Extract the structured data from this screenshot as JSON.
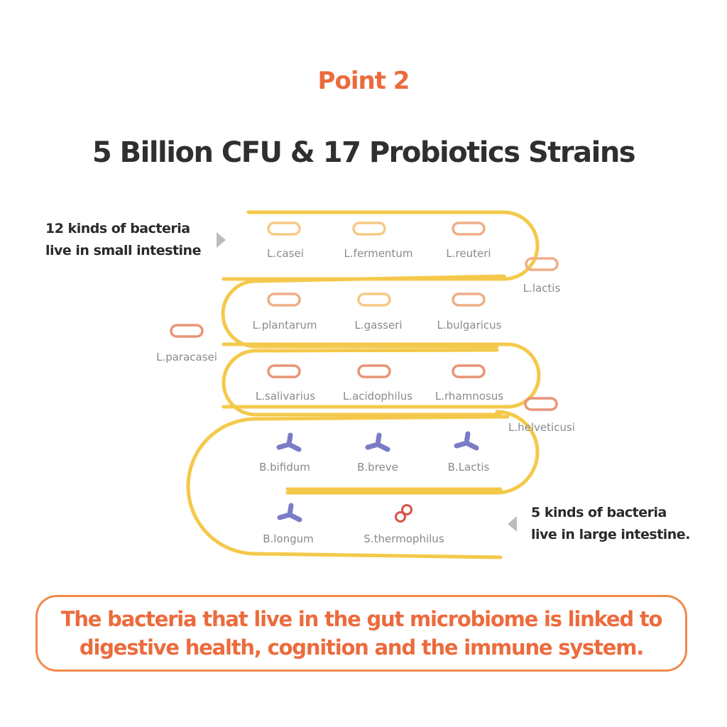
{
  "header": {
    "point_label": "Point 2",
    "headline": "5 Billion CFU & 17 Probiotics Strains"
  },
  "notes": {
    "small_intestine": [
      "12 kinds of bacteria",
      "live in small intestine"
    ],
    "large_intestine": [
      "5 kinds of bacteria",
      "live in large intestine."
    ]
  },
  "colors": {
    "accent": "#ec6b3d",
    "tube": "#f4c94b",
    "lacto_light": "#f6c985",
    "lacto_mid": "#efae86",
    "lacto_deep": "#ea9478",
    "bifido": "#7a7cc6",
    "strepto": "#d9534a"
  },
  "strains": [
    {
      "name": "L.casei",
      "icon": "rod-icon",
      "tone": "lacto_light"
    },
    {
      "name": "L.fermentum",
      "icon": "rod-icon",
      "tone": "lacto_light"
    },
    {
      "name": "L.reuteri",
      "icon": "rod-icon",
      "tone": "lacto_mid"
    },
    {
      "name": "L.lactis",
      "icon": "rod-icon",
      "tone": "lacto_mid"
    },
    {
      "name": "L.plantarum",
      "icon": "rod-icon",
      "tone": "lacto_mid"
    },
    {
      "name": "L.gasseri",
      "icon": "rod-icon",
      "tone": "lacto_light"
    },
    {
      "name": "L.bulgaricus",
      "icon": "rod-icon",
      "tone": "lacto_mid"
    },
    {
      "name": "L.paracasei",
      "icon": "rod-icon",
      "tone": "lacto_deep"
    },
    {
      "name": "L.salivarius",
      "icon": "rod-icon",
      "tone": "lacto_deep"
    },
    {
      "name": "L.acidophilus",
      "icon": "rod-icon",
      "tone": "lacto_deep"
    },
    {
      "name": "L.rhamnosus",
      "icon": "rod-icon",
      "tone": "lacto_deep"
    },
    {
      "name": "L.helveticusi",
      "icon": "rod-icon",
      "tone": "lacto_deep"
    },
    {
      "name": "B.bifidum",
      "icon": "y-shape-icon",
      "tone": "bifido"
    },
    {
      "name": "B.breve",
      "icon": "y-shape-icon",
      "tone": "bifido"
    },
    {
      "name": "B.Lactis",
      "icon": "y-shape-icon",
      "tone": "bifido"
    },
    {
      "name": "B.longum",
      "icon": "y-shape-icon",
      "tone": "bifido"
    },
    {
      "name": "S.thermophilus",
      "icon": "chain-icon",
      "tone": "strepto"
    }
  ],
  "callout": {
    "lines": [
      "The bacteria that live in the gut microbiome is linked to",
      "digestive health, cognition and the immune system."
    ]
  }
}
